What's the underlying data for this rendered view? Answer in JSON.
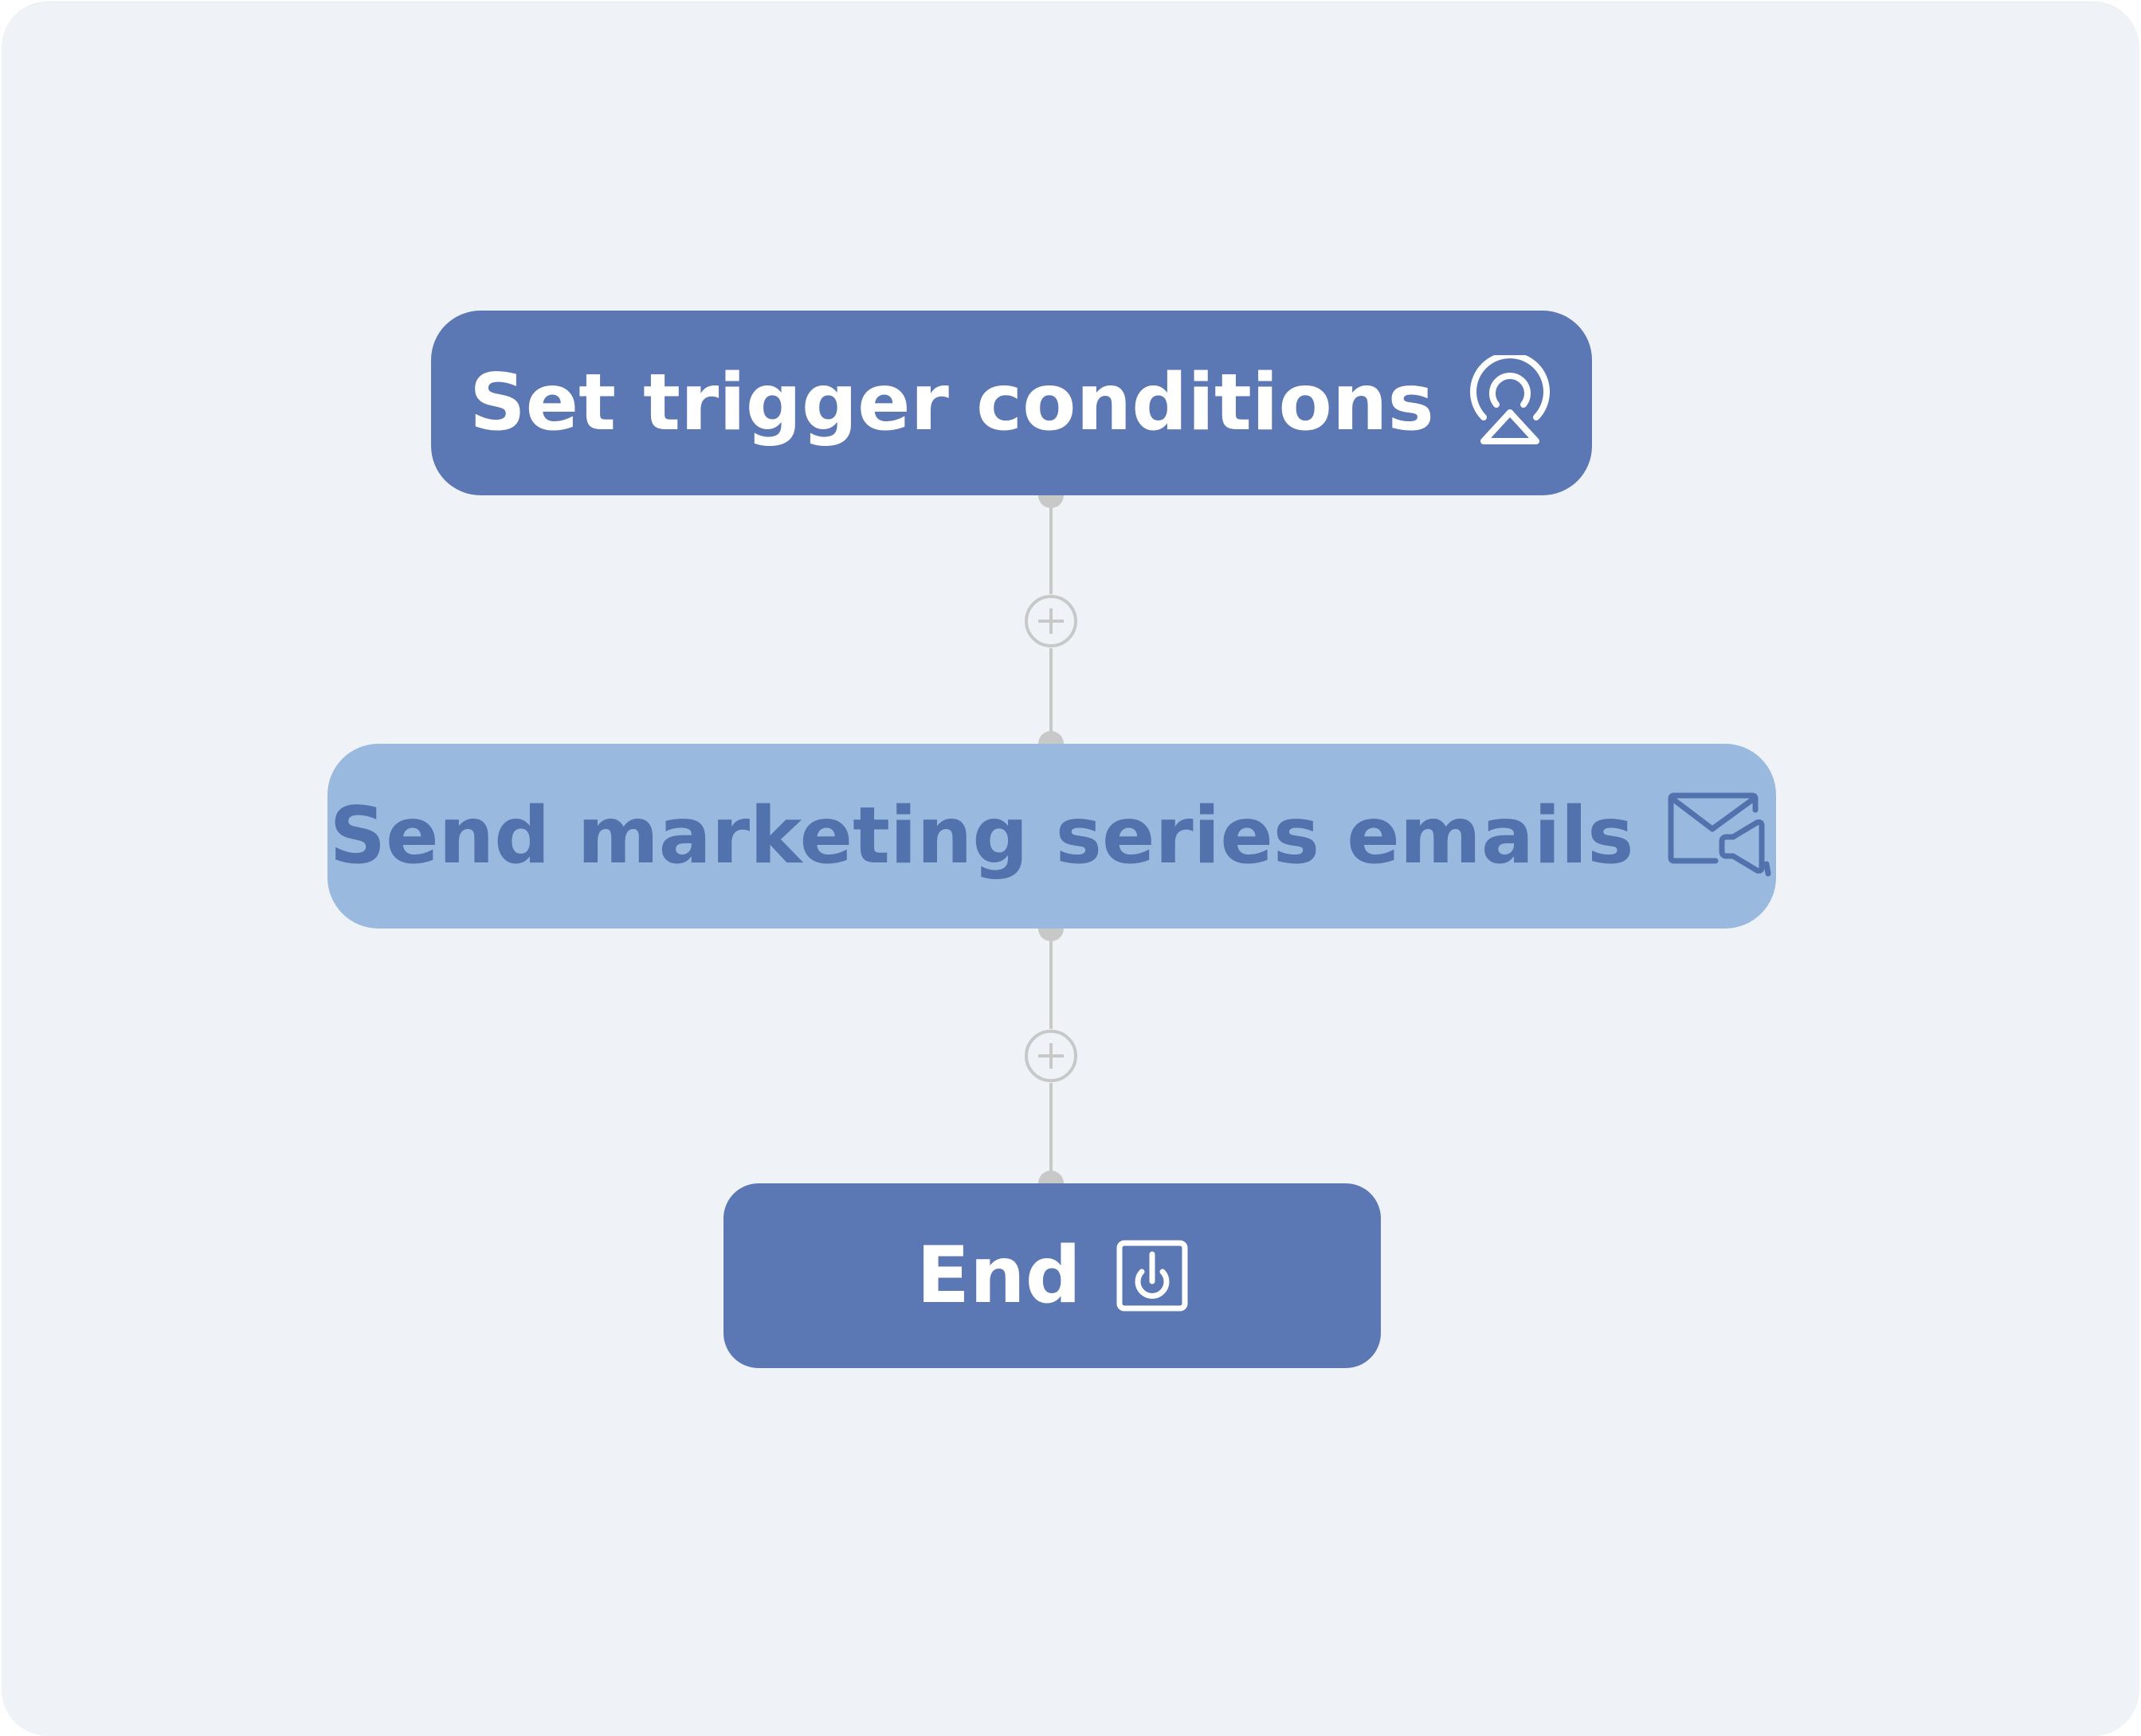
{
  "flow": {
    "trigger": {
      "label": "Set trigger conditions",
      "icon": "broadcast-user-icon"
    },
    "email": {
      "label": "Send marketing series emails",
      "icon": "email-megaphone-icon"
    },
    "end": {
      "label": "End",
      "icon": "power-icon"
    }
  },
  "colors": {
    "canvas": "#eff3f7",
    "primary_node": "#5c78b4",
    "secondary_node": "#9ab9df",
    "secondary_text": "#5172ad",
    "connector": "#c8c8c8"
  }
}
